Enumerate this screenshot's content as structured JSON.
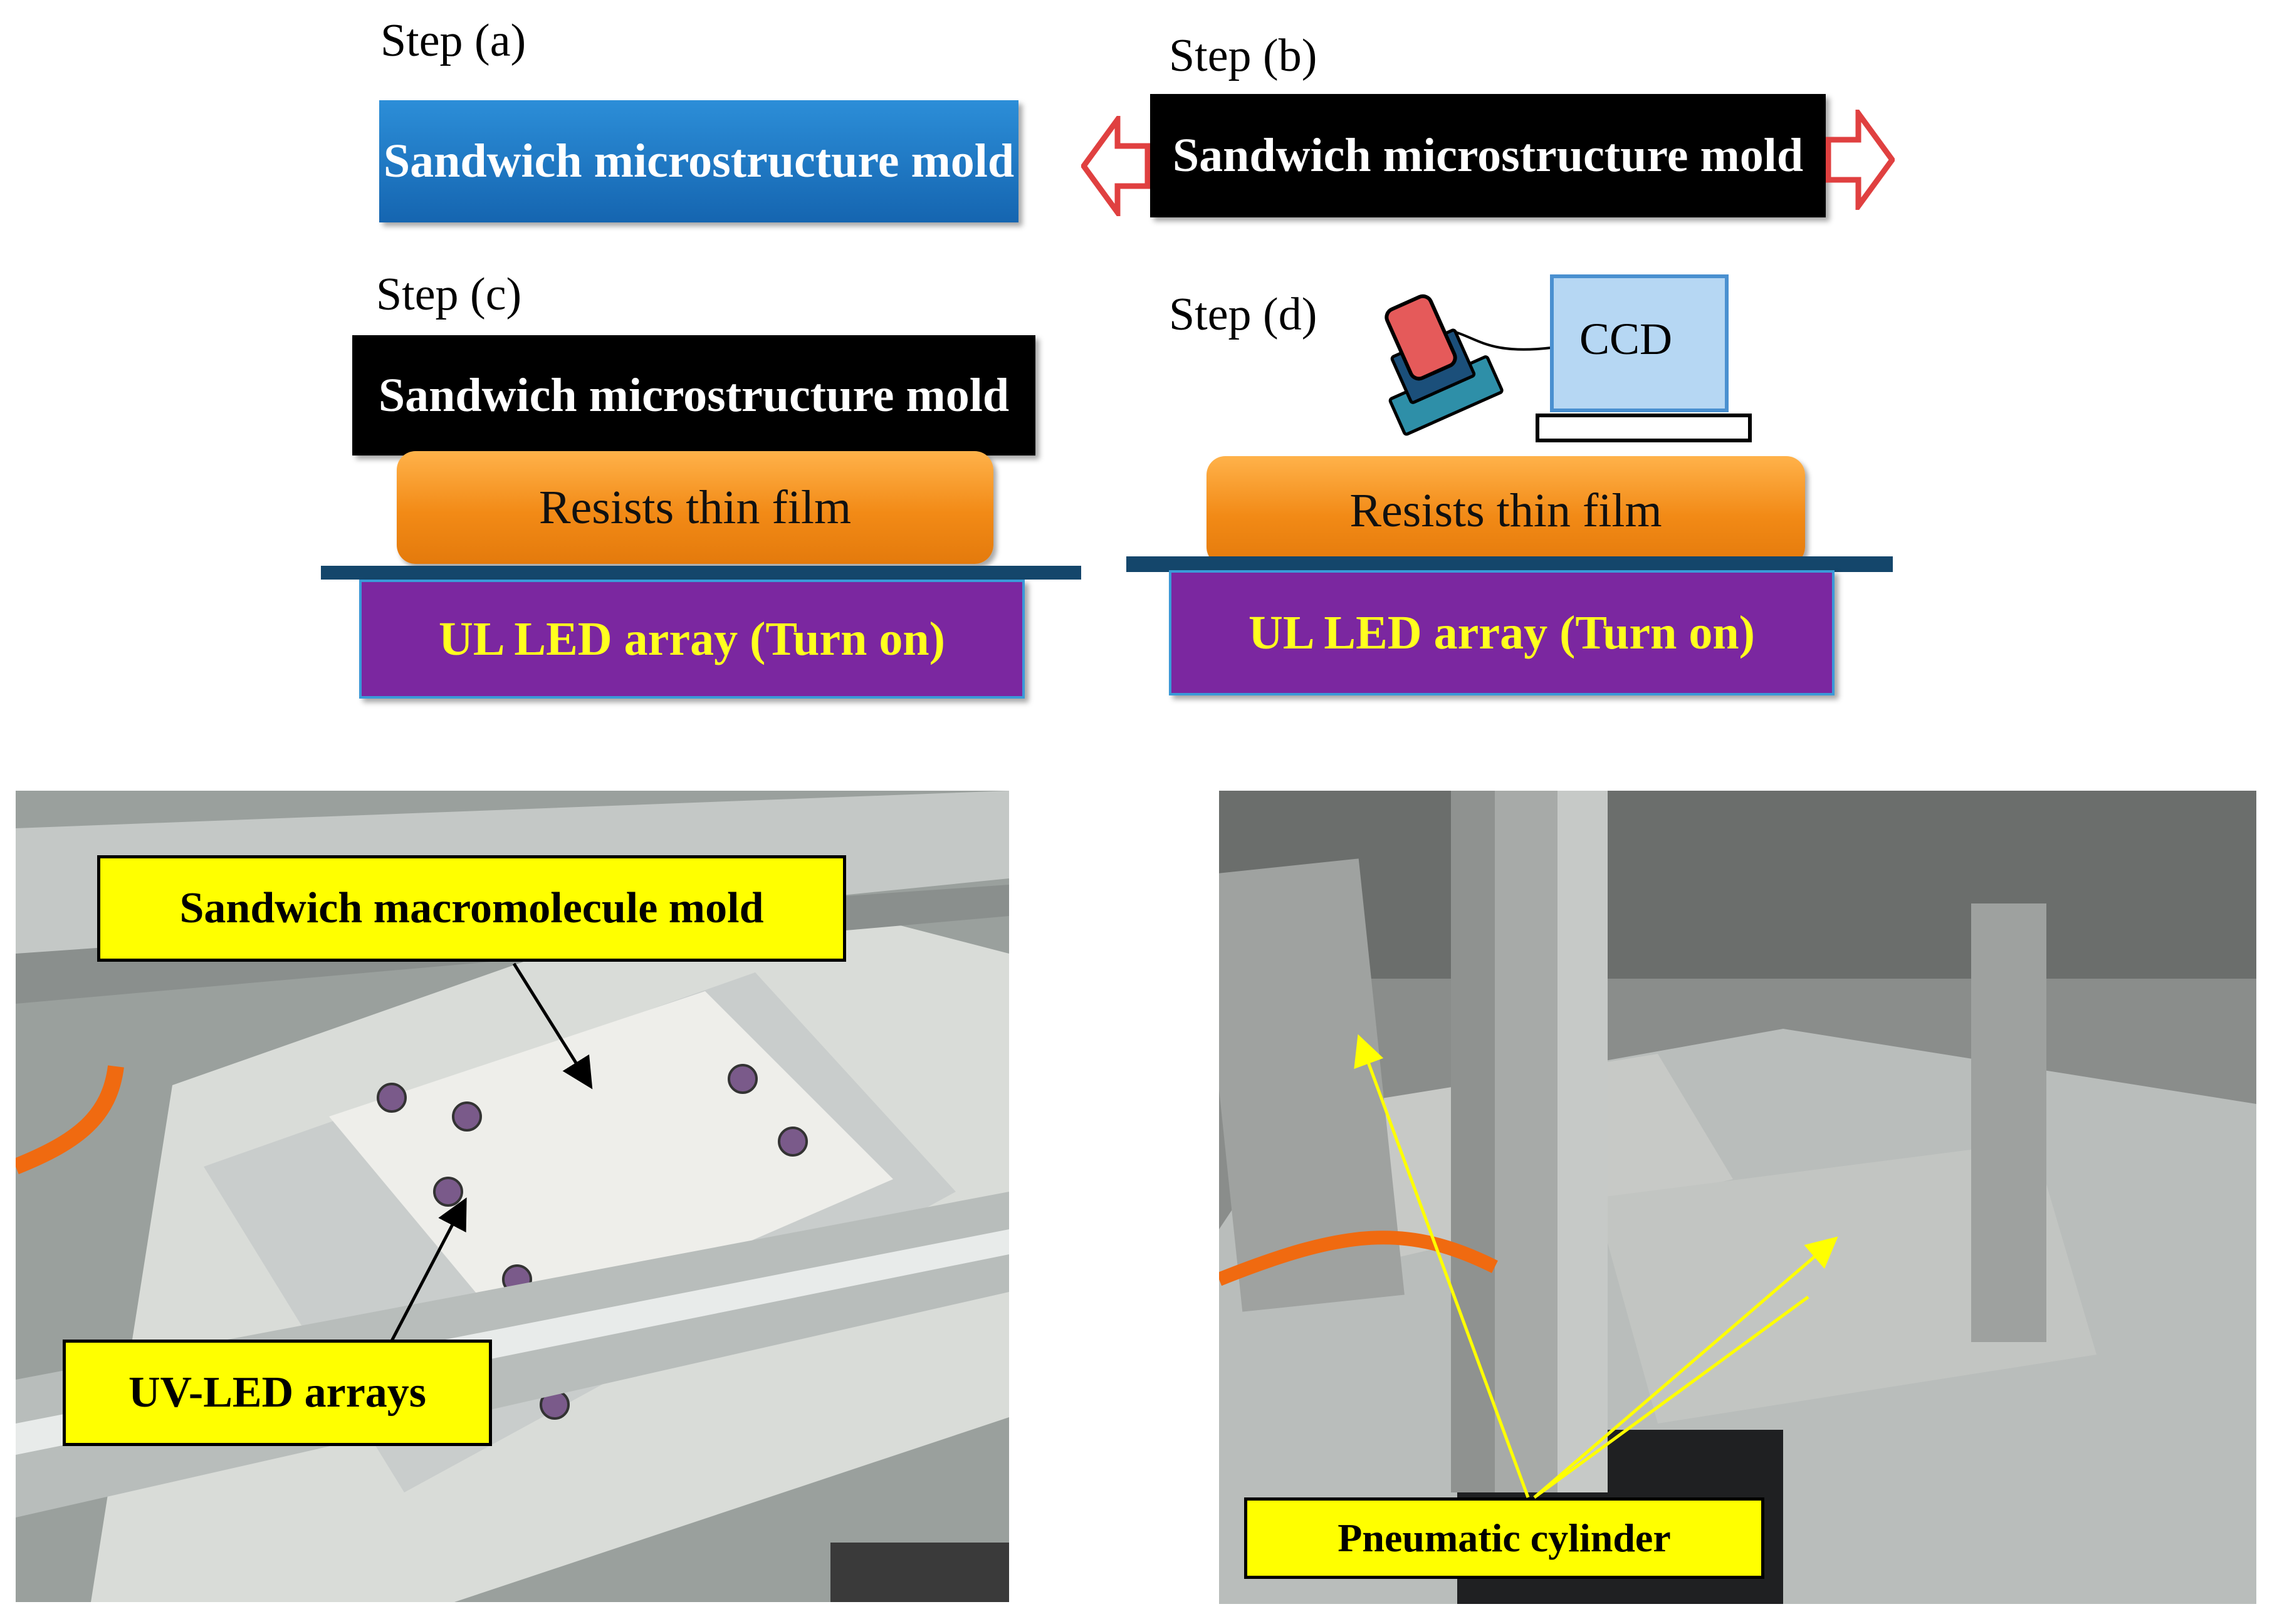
{
  "steps": {
    "a": {
      "label": "Step (a)",
      "mold": "Sandwich microstructure mold"
    },
    "b": {
      "label": "Step (b)",
      "mold": "Sandwich microstructure mold"
    },
    "c": {
      "label": "Step (c)",
      "mold": "Sandwich microstructure mold",
      "film": "Resists thin film",
      "led": "UL LED array (Turn on)"
    },
    "d": {
      "label": "Step (d)",
      "ccd": "CCD",
      "film": "Resists thin film",
      "led": "UL LED array (Turn on)"
    }
  },
  "photos": {
    "left": {
      "callout_mold": "Sandwich macromolecule mold",
      "callout_led": "UV-LED arrays"
    },
    "right": {
      "callout_cylinder": "Pneumatic cylinder"
    }
  },
  "colors": {
    "mold_blue": "#1f7fd0",
    "resist_orange": "#f28a16",
    "led_purple": "#7b27a0",
    "led_text": "#ffff1e",
    "callout_yellow": "#ffff00",
    "arrow_red": "#e04040"
  }
}
